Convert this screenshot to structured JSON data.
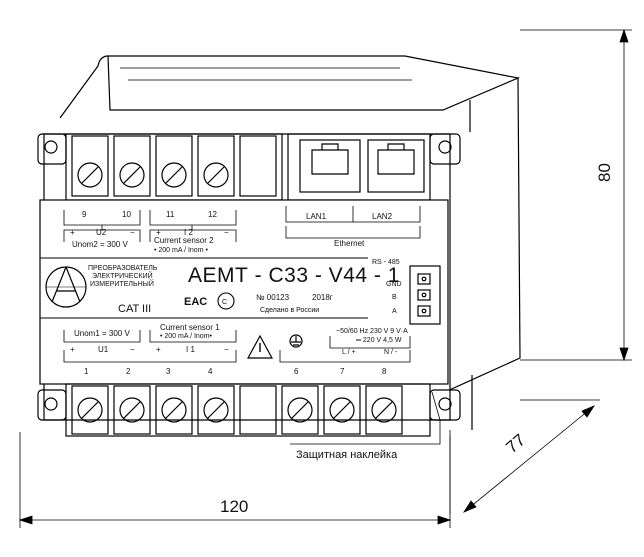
{
  "model": {
    "title": "АЕМТ - С33 - V44 - 1",
    "serial": "№ 00123",
    "year": "2018г",
    "made_in": "Сделано в России",
    "category": "CAT III",
    "cert_mark": "EAC"
  },
  "maker_text": [
    "ПРЕОБРАЗОВАТЕЛЬ",
    "ЭЛЕКТРИЧЕСКИЙ",
    "ИЗМЕРИТЕЛЬНЫЙ"
  ],
  "top_labels": {
    "terminals": [
      "9",
      "10",
      "11",
      "12"
    ],
    "u2_plus": "+",
    "u2": "U2",
    "u2_minus": "−",
    "i2_plus": "+",
    "i2": "I 2",
    "i2_minus": "−",
    "unom2": "Unom2 = 300 V",
    "sensor2_title": "Current sensor 2",
    "sensor2_range": "• 200 mA / Inom •",
    "lan1": "LAN1",
    "lan2": "LAN2",
    "ethernet": "Ethernet"
  },
  "rs485": {
    "title": "RS - 485",
    "pins": [
      "GND",
      "B",
      "A"
    ]
  },
  "bottom_labels": {
    "terminals": [
      "1",
      "2",
      "3",
      "4",
      "6",
      "7",
      "8"
    ],
    "unom1": "Unom1 = 300 V",
    "sensor1_title": "Current sensor 1",
    "sensor1_range": "• 200 mA / Inom•",
    "u1_plus": "+",
    "u1": "U1",
    "u1_minus": "−",
    "i1_plus": "+",
    "i1": "I 1",
    "i1_minus": "−",
    "power_spec1": "~50/60 Hz  230 V  9 V·A",
    "power_spec2": "═  220 V  4,5 W",
    "l_plus": "L / +",
    "n_minus": "N / -"
  },
  "callout": "Защитная наклейка",
  "dimensions": {
    "width": "120",
    "height": "80",
    "depth": "77"
  }
}
